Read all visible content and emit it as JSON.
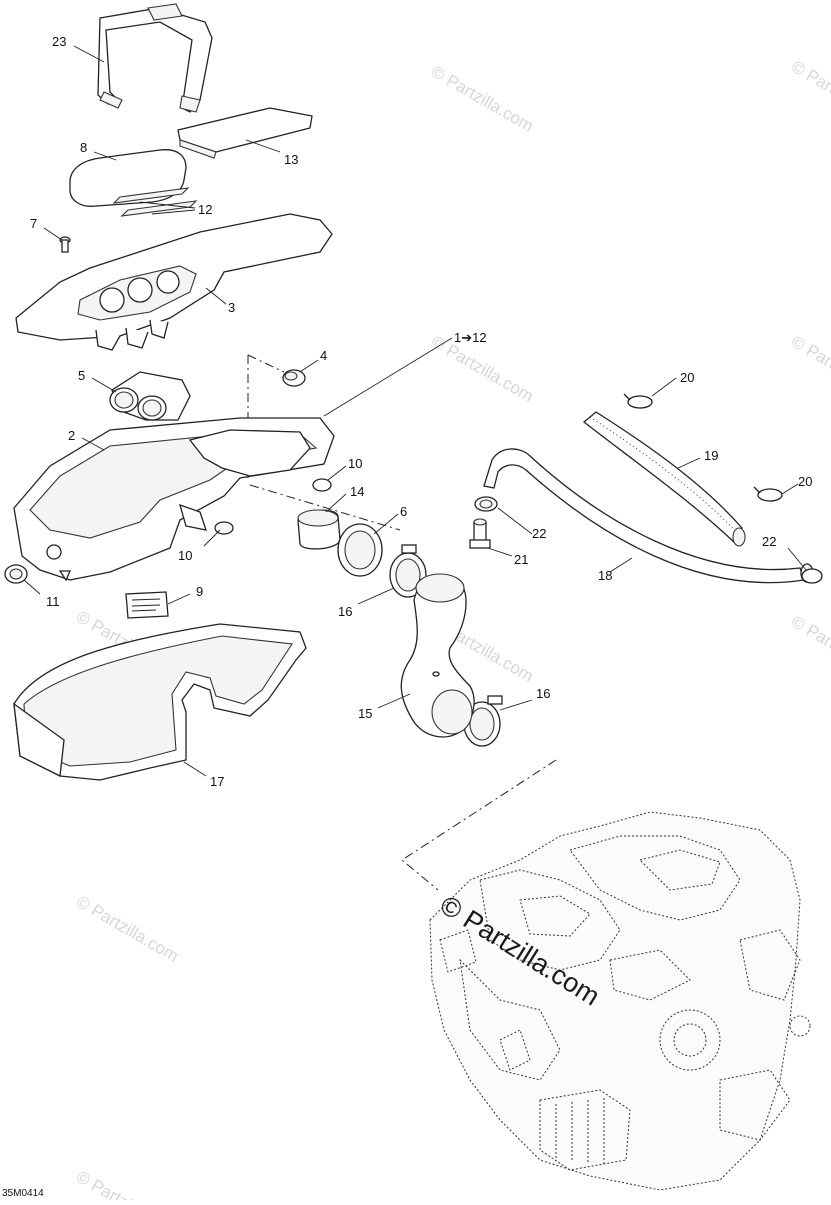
{
  "diagram": {
    "callouts": {
      "c23": "23",
      "c13": "13",
      "c8": "8",
      "c12": "12",
      "c7": "7",
      "c3": "3",
      "c1to12": "1➔12",
      "c4": "4",
      "c5": "5",
      "c20a": "20",
      "c2": "2",
      "c19": "19",
      "c10a": "10",
      "c14": "14",
      "c6": "6",
      "c20b": "20",
      "c22a": "22",
      "c10b": "10",
      "c21": "21",
      "c22b": "22",
      "c9": "9",
      "c18": "18",
      "c11": "11",
      "c16a": "16",
      "c16b": "16",
      "c15": "15",
      "c17": "17"
    },
    "watermark": "© Partzilla.com",
    "diagram_code": "35M0414"
  }
}
